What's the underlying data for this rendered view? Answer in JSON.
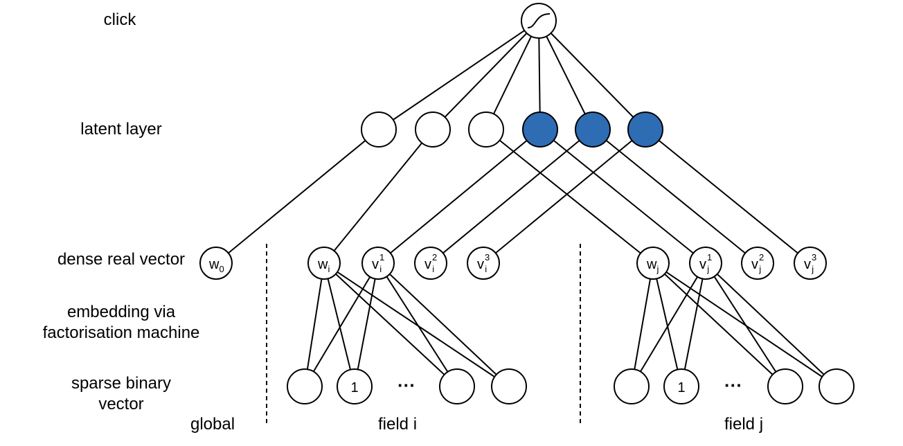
{
  "layer_labels": {
    "click": "click",
    "latent": "latent layer",
    "dense": "dense real vector",
    "embedding": [
      "embedding via",
      "factorisation machine"
    ],
    "sparse": [
      "sparse binary",
      "vector"
    ]
  },
  "field_labels": {
    "global": "global",
    "field_i": "field i",
    "field_j": "field j"
  },
  "dense_nodes": [
    {
      "base": "w",
      "sub": "0",
      "sup": ""
    },
    {
      "base": "w",
      "sub": "i",
      "sup": ""
    },
    {
      "base": "v",
      "sub": "i",
      "sup": "1"
    },
    {
      "base": "v",
      "sub": "i",
      "sup": "2"
    },
    {
      "base": "v",
      "sub": "i",
      "sup": "3"
    },
    {
      "base": "w",
      "sub": "j",
      "sup": ""
    },
    {
      "base": "v",
      "sub": "j",
      "sup": "1"
    },
    {
      "base": "v",
      "sub": "j",
      "sup": "2"
    },
    {
      "base": "v",
      "sub": "j",
      "sup": "3"
    }
  ],
  "sparse_node_text": "1",
  "ellipsis": "···",
  "colors": {
    "latent_filled": "#2E6DB4",
    "stroke": "#000000",
    "node_fill": "#ffffff"
  }
}
